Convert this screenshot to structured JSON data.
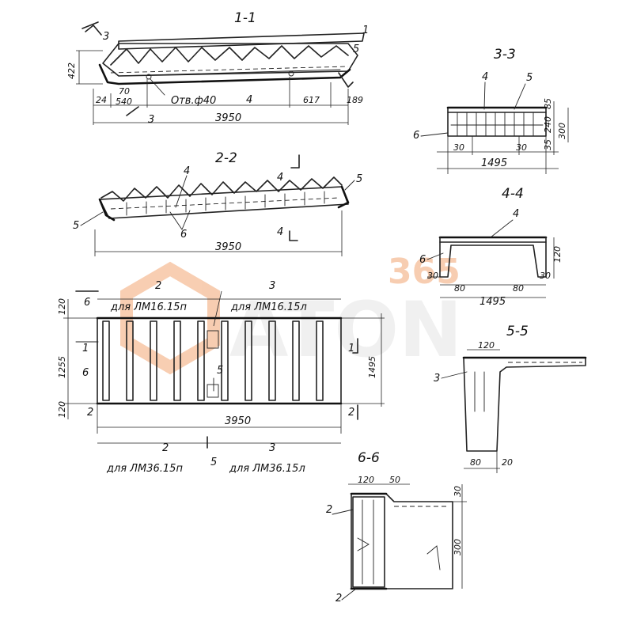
{
  "sections": {
    "s11": "1-1",
    "s22": "2-2",
    "s33": "3-3",
    "s44": "4-4",
    "s55": "5-5",
    "s66": "6-6"
  },
  "marks": {
    "m1": "1",
    "m2": "2",
    "m3": "3",
    "m4": "4",
    "m5": "5",
    "m6": "6"
  },
  "dims": {
    "d422": "422",
    "d24": "24",
    "d70": "70",
    "d540": "540",
    "hole": "Отв.ф40",
    "d617": "617",
    "d189": "189",
    "d3950": "3950",
    "d120": "120",
    "d1255": "1255",
    "d1495": "1495",
    "d30": "30",
    "d80": "80",
    "d85": "85",
    "d240": "240",
    "d35": "35",
    "d300": "300",
    "d50": "50",
    "d20": "20"
  },
  "notes": {
    "lm16p": "для ЛМ16.15п",
    "lm16l": "для ЛМ16.15л",
    "lm36p": "для ЛМ36.15п",
    "lm36l": "для ЛМ36.15л"
  },
  "watermark": {
    "top": "365",
    "main": "ATON",
    "color": "#f2a572"
  }
}
